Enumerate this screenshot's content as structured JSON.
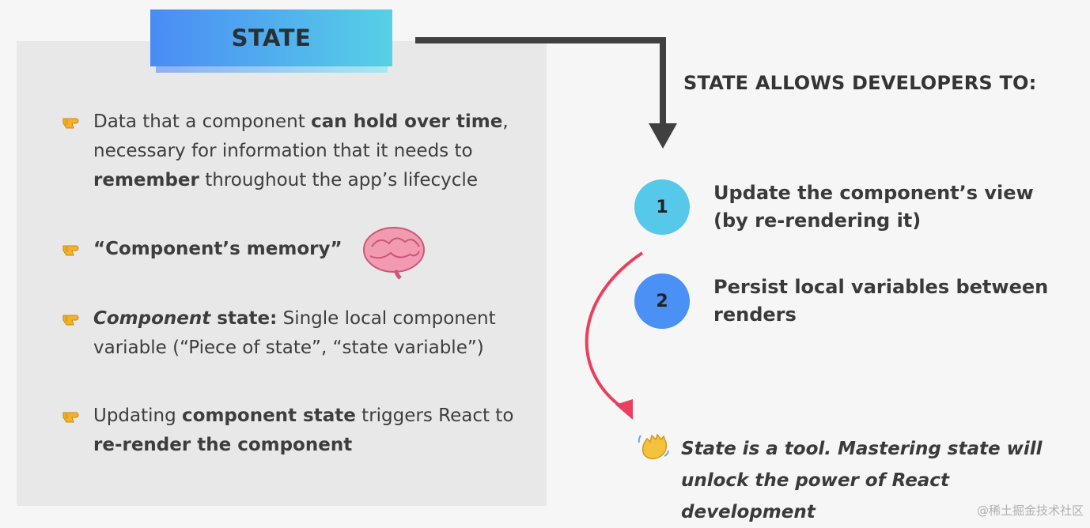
{
  "title": "STATE",
  "bullets": [
    {
      "segments": [
        {
          "text": "Data that a component ",
          "style": "normal"
        },
        {
          "text": "can hold over time",
          "style": "bold"
        },
        {
          "text": ", necessary for information that it needs to ",
          "style": "normal"
        },
        {
          "text": "remember",
          "style": "bold"
        },
        {
          "text": " throughout the app’s lifecycle",
          "style": "normal"
        }
      ]
    },
    {
      "segments": [
        {
          "text": "“Component’s memory”",
          "style": "bold"
        }
      ]
    },
    {
      "segments": [
        {
          "text": "Component",
          "style": "bold-italic"
        },
        {
          "text": " state:",
          "style": "bold"
        },
        {
          "text": " Single local component variable (“Piece of state”, “state variable”)",
          "style": "normal"
        }
      ]
    },
    {
      "segments": [
        {
          "text": "Updating ",
          "style": "normal"
        },
        {
          "text": "component state",
          "style": "bold"
        },
        {
          "text": " triggers React to ",
          "style": "normal"
        },
        {
          "text": "re-render the component",
          "style": "bold"
        }
      ]
    }
  ],
  "right": {
    "heading": "STATE ALLOWS DEVELOPERS TO:",
    "items": [
      {
        "number": "1",
        "text": "Update the component’s view (by re-rendering it)"
      },
      {
        "number": "2",
        "text": "Persist local variables between renders"
      }
    ]
  },
  "quote": {
    "segments": [
      {
        "text": "State is a ",
        "style": "normal"
      },
      {
        "text": "tool",
        "style": "bold"
      },
      {
        "text": ". Mastering state will unlock the power of React development",
        "style": "normal"
      }
    ]
  },
  "watermark": "@稀土掘金技术社区",
  "icons": {
    "bullet": "pointing-hand-icon",
    "brain": "brain-icon",
    "quote": "waving-hand-icon"
  },
  "colors": {
    "panel": "#e8e8e8",
    "title_gradient_start": "#4a8bf5",
    "title_gradient_end": "#57d0e6",
    "circle_1": "#56c8ea",
    "circle_2": "#4a90f5",
    "connector_arrow": "#404040",
    "curved_arrow": "#e8405e"
  }
}
